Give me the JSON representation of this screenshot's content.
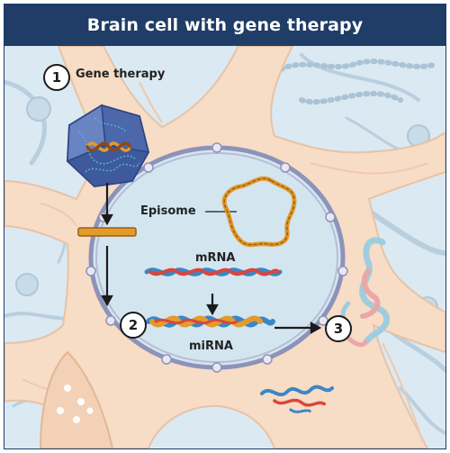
{
  "title": "Brain cell with gene therapy",
  "steps": [
    {
      "number": "1",
      "label": "Gene therapy"
    },
    {
      "number": "2",
      "label": ""
    },
    {
      "number": "3",
      "label": ""
    }
  ],
  "labels": {
    "episome": "Episome",
    "mrna": "mRNA",
    "mirna": "miRNA"
  },
  "colors": {
    "header": "#1f3d66",
    "background": "#dbe9f2",
    "cell": "#f7dcc6",
    "nucleus": "#d3e6f0",
    "membrane": "#8d93b8",
    "capsid": "#3f5a9c",
    "dna_orange": "#e39b2c",
    "rna_red": "#d9463c",
    "rna_blue": "#3b86c6",
    "arrow": "#1b1b1b"
  },
  "icons": [
    "viral-capsid-icon",
    "episome-ring-icon",
    "transgene-bar-icon",
    "mrna-strand-icon",
    "mirna-duplex-icon",
    "degraded-rna-icon"
  ]
}
